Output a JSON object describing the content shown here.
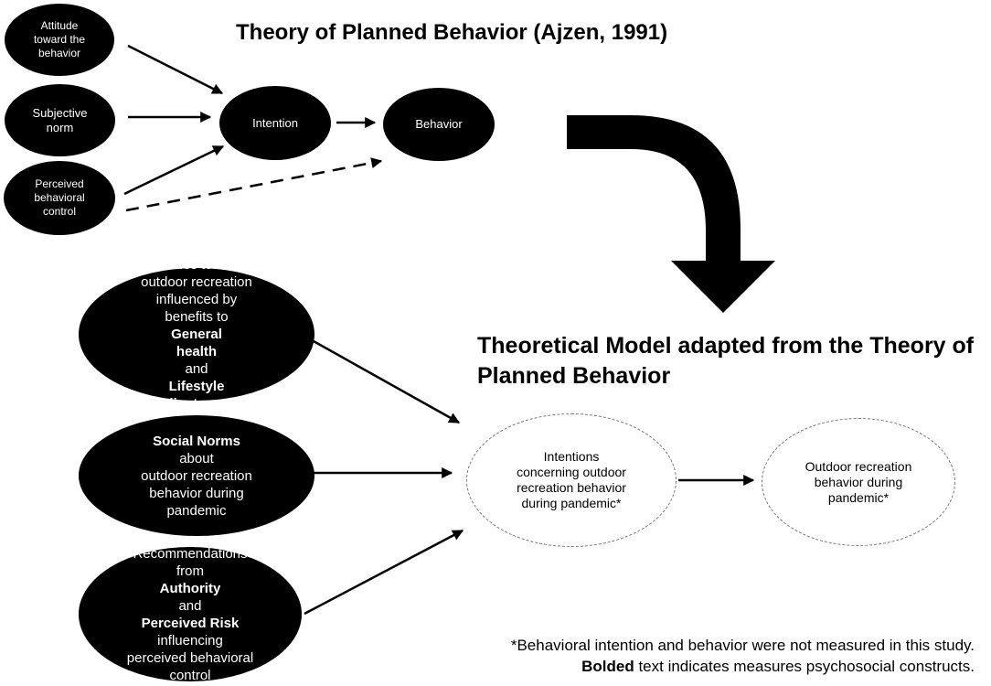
{
  "top_title": "Theory of Planned Behavior (Ajzen, 1991)",
  "tpb": {
    "attitude": [
      "Attitude",
      "toward the",
      "behavior"
    ],
    "subjective_norm": [
      "Subjective",
      "norm"
    ],
    "pbc": [
      "Perceived",
      "behavioral",
      "control"
    ],
    "intention": "Intention",
    "behavior": "Behavior"
  },
  "adapted_title": [
    "Theoretical Model adapted from the",
    "Theory of Planned Behavior"
  ],
  "adapted": {
    "attitudes_lines": [
      [
        {
          "t": "Attitudes towards",
          "b": false
        }
      ],
      [
        {
          "t": "outdoor recreation",
          "b": false
        }
      ],
      [
        {
          "t": "influenced by",
          "b": false
        }
      ],
      [
        {
          "t": "benefits to ",
          "b": false
        },
        {
          "t": "General",
          "b": true
        }
      ],
      [
        {
          "t": "health",
          "b": true
        },
        {
          "t": " and ",
          "b": false
        },
        {
          "t": "Lifestyle",
          "b": true
        }
      ],
      [
        {
          "t": "Adjustments",
          "b": true
        }
      ]
    ],
    "norms_lines": [
      [
        {
          "t": "Social Norms",
          "b": true
        },
        {
          "t": " about",
          "b": false
        }
      ],
      [
        {
          "t": "outdoor recreation",
          "b": false
        }
      ],
      [
        {
          "t": "behavior during",
          "b": false
        }
      ],
      [
        {
          "t": "pandemic",
          "b": false
        }
      ]
    ],
    "recommendations_lines": [
      [
        {
          "t": "Recommendations",
          "b": false
        }
      ],
      [
        {
          "t": "from ",
          "b": false
        },
        {
          "t": "Authority",
          "b": true
        },
        {
          "t": " and",
          "b": false
        }
      ],
      [
        {
          "t": "Perceived Risk",
          "b": true
        }
      ],
      [
        {
          "t": "influencing",
          "b": false
        }
      ],
      [
        {
          "t": "perceived behavioral",
          "b": false
        }
      ],
      [
        {
          "t": "control",
          "b": false
        }
      ]
    ],
    "intentions": [
      "Intentions",
      "concerning outdoor",
      "recreation behavior",
      "during pandemic*"
    ],
    "behavior": [
      "Outdoor recreation",
      "behavior during",
      "pandemic*"
    ]
  },
  "footnote": {
    "line1": "*Behavioral intention and behavior were not measured in this study.",
    "bold_word": "Bolded",
    "line2_rest": " text indicates measures psychosocial constructs."
  }
}
